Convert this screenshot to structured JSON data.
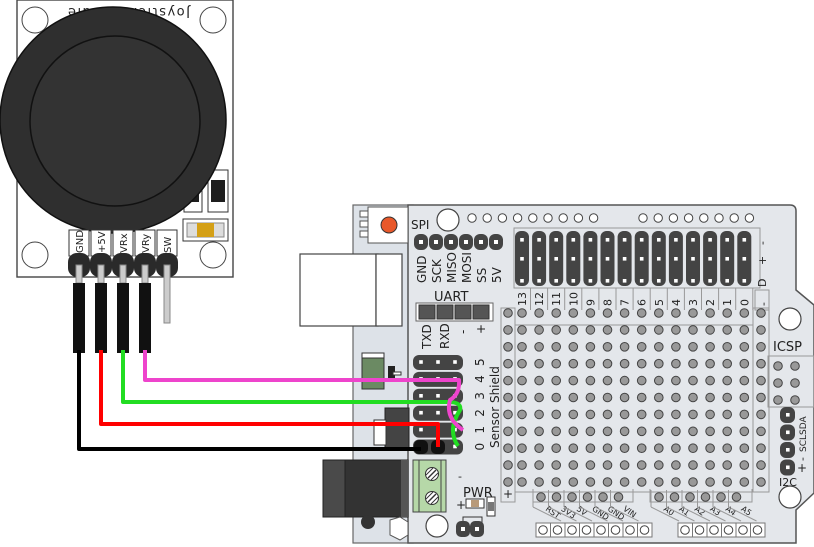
{
  "joystick": {
    "title": "Joystick Module",
    "pins": [
      "GND",
      "+5V",
      "VRx",
      "VRy",
      "SW"
    ],
    "smd_colors": {
      "resistor": "#d4a017",
      "body": "#1e1e1e"
    }
  },
  "shield": {
    "spi_label": "SPI",
    "spi_pins": [
      "GND",
      "SCK",
      "MISO",
      "MOSI",
      "SS",
      "5V"
    ],
    "digital_pins": [
      "13",
      "12",
      "11",
      "10",
      "9",
      "8",
      "7",
      "6",
      "5",
      "4",
      "3",
      "2",
      "1",
      "0"
    ],
    "digital_row_labels": [
      "-",
      "+",
      "D"
    ],
    "uart_label": "UART",
    "uart_pins": [
      "TXD",
      "RXD",
      "-",
      "+"
    ],
    "sensor_shield_label": "Sensor Shield",
    "sensor_rows": [
      "5",
      "4",
      "3",
      "2",
      "1",
      "0"
    ],
    "icsp_label": "ICSP",
    "i2c_label": "I2C",
    "i2c_pins": [
      "SDA",
      "SCL",
      "-",
      "+"
    ],
    "pwr_label": "PWR",
    "rail_minus": "-",
    "rail_plus": "+",
    "terminal_minus": "-",
    "terminal_plus": "+",
    "power_pins": [
      "RST",
      "3V3",
      "5V",
      "GND",
      "GND",
      "VIN"
    ],
    "analog_pins": [
      "A0",
      "A1",
      "A2",
      "A3",
      "A4",
      "A5"
    ],
    "led_color": "#e8582a",
    "board_color": "#e4e7eb"
  },
  "wires": [
    {
      "name": "GND",
      "color": "#000000",
      "to": "0"
    },
    {
      "name": "+5V",
      "color": "#ff0000",
      "to": "0"
    },
    {
      "name": "VRx",
      "color": "#22dd22",
      "to": "0"
    },
    {
      "name": "VRy",
      "color": "#ee44cc",
      "to": "1"
    }
  ]
}
